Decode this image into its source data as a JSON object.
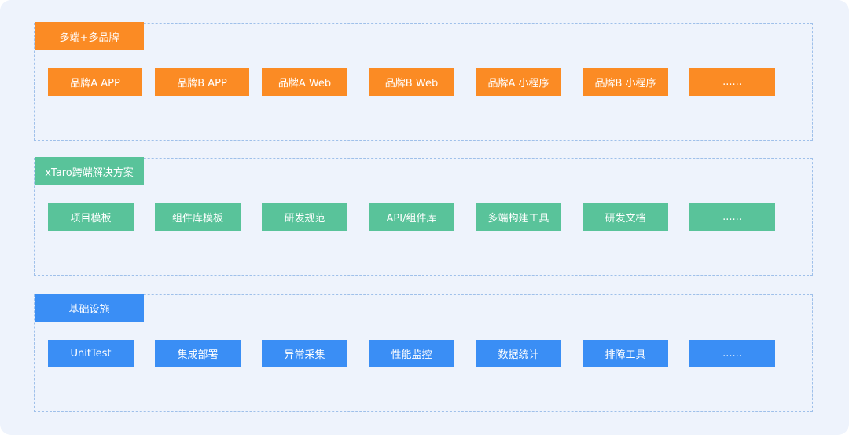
{
  "colors": {
    "background": "#eef3fc",
    "dashed_border": "#9fc0ea",
    "orange": "#fb8b24",
    "green": "#59c39a",
    "blue": "#3a8ef5"
  },
  "layers": [
    {
      "title": "多端+多品牌",
      "items": [
        "品牌A APP",
        "品牌B APP",
        "品牌A Web",
        "品牌B Web",
        "品牌A 小程序",
        "品牌B 小程序",
        "......"
      ]
    },
    {
      "title": "xTaro跨端解决方案",
      "items": [
        "项目模板",
        "组件库模板",
        "研发规范",
        "API/组件库",
        "多端构建工具",
        "研发文档",
        "......"
      ]
    },
    {
      "title": "基础设施",
      "items": [
        "UnitTest",
        "集成部署",
        "异常采集",
        "性能监控",
        "数据统计",
        "排障工具",
        "......"
      ]
    }
  ]
}
